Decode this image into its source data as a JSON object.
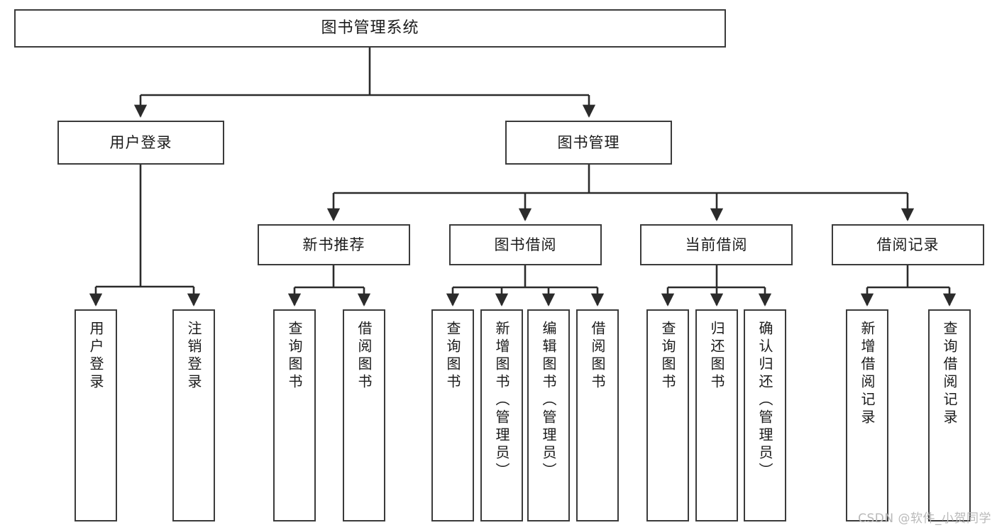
{
  "diagram": {
    "title": "图书管理系统",
    "type": "tree",
    "orientation": "top-down",
    "colors": {
      "box_border": "#3b3b3b",
      "box_fill": "#ffffff",
      "connector": "#2b2b2b",
      "text": "#1b1b1b",
      "watermark": "#b9b9b9",
      "background": "#ffffff"
    },
    "root": {
      "label": "图书管理系统"
    },
    "level2": [
      {
        "id": "user-login",
        "label": "用户登录"
      },
      {
        "id": "book-manage",
        "label": "图书管理"
      }
    ],
    "level3": [
      {
        "id": "new-book-recommend",
        "label": "新书推荐"
      },
      {
        "id": "book-borrow",
        "label": "图书借阅"
      },
      {
        "id": "current-borrow",
        "label": "当前借阅"
      },
      {
        "id": "borrow-record",
        "label": "借阅记录"
      }
    ],
    "leaves": {
      "user_login": [
        {
          "id": "leaf-user-login",
          "label": "用户登录"
        },
        {
          "id": "leaf-logout-login",
          "label": "注销登录"
        }
      ],
      "new_book_recommend": [
        {
          "id": "leaf-query-book-1",
          "label": "查询图书"
        },
        {
          "id": "leaf-borrow-book-1",
          "label": "借阅图书"
        }
      ],
      "book_borrow": [
        {
          "id": "leaf-query-book-2",
          "label": "查询图书"
        },
        {
          "id": "leaf-add-book-admin",
          "label": "新增图书（管理员）"
        },
        {
          "id": "leaf-edit-book-admin",
          "label": "编辑图书（管理员）"
        },
        {
          "id": "leaf-borrow-book-2",
          "label": "借阅图书"
        }
      ],
      "current_borrow": [
        {
          "id": "leaf-query-book-3",
          "label": "查询图书"
        },
        {
          "id": "leaf-return-book",
          "label": "归还图书"
        },
        {
          "id": "leaf-confirm-return-admin",
          "label": "确认归还（管理员）"
        }
      ],
      "borrow_record": [
        {
          "id": "leaf-add-borrow-record",
          "label": "新增借阅记录"
        },
        {
          "id": "leaf-query-borrow-record",
          "label": "查询借阅记录"
        }
      ]
    }
  },
  "watermark": {
    "text": "CSDN @软件_小贺同学"
  }
}
